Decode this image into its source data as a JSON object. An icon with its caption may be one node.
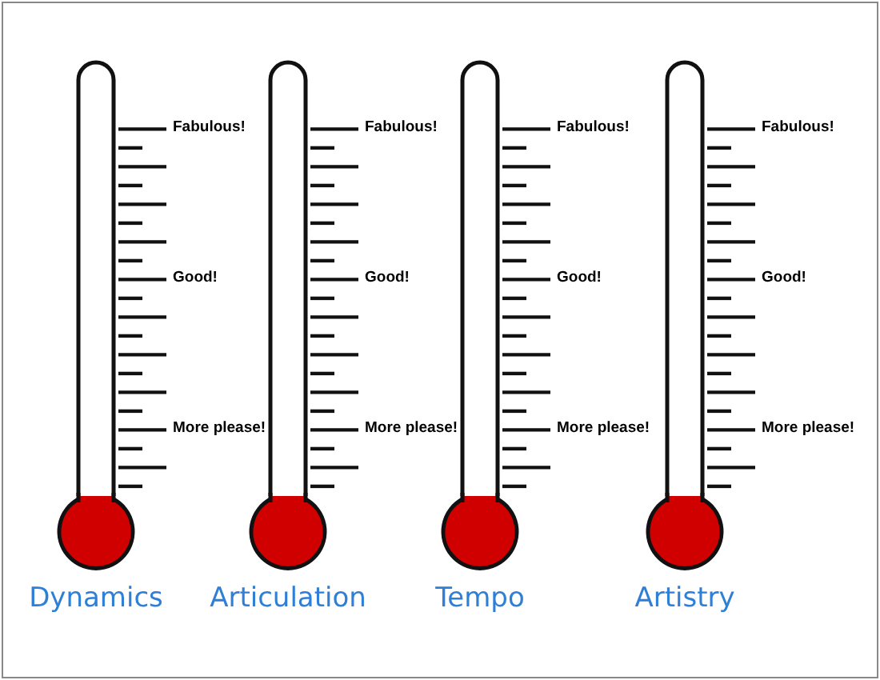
{
  "diagram": {
    "nodes": [
      {
        "text": [
          "Dynamics"
        ],
        "beside": [
          "Fabulous!",
          "Good!",
          "More please!"
        ]
      },
      {
        "text": [
          "Articulation"
        ],
        "beside": [
          "Fabulous!",
          "Good!",
          "More please!"
        ]
      },
      {
        "text": [
          "Tempo"
        ],
        "beside": [
          "Fabulous!",
          "Good!",
          "More please!"
        ]
      },
      {
        "text": [
          "Artistry"
        ],
        "beside": [
          "Fabulous!",
          "Good!",
          "More please!"
        ]
      }
    ]
  }
}
